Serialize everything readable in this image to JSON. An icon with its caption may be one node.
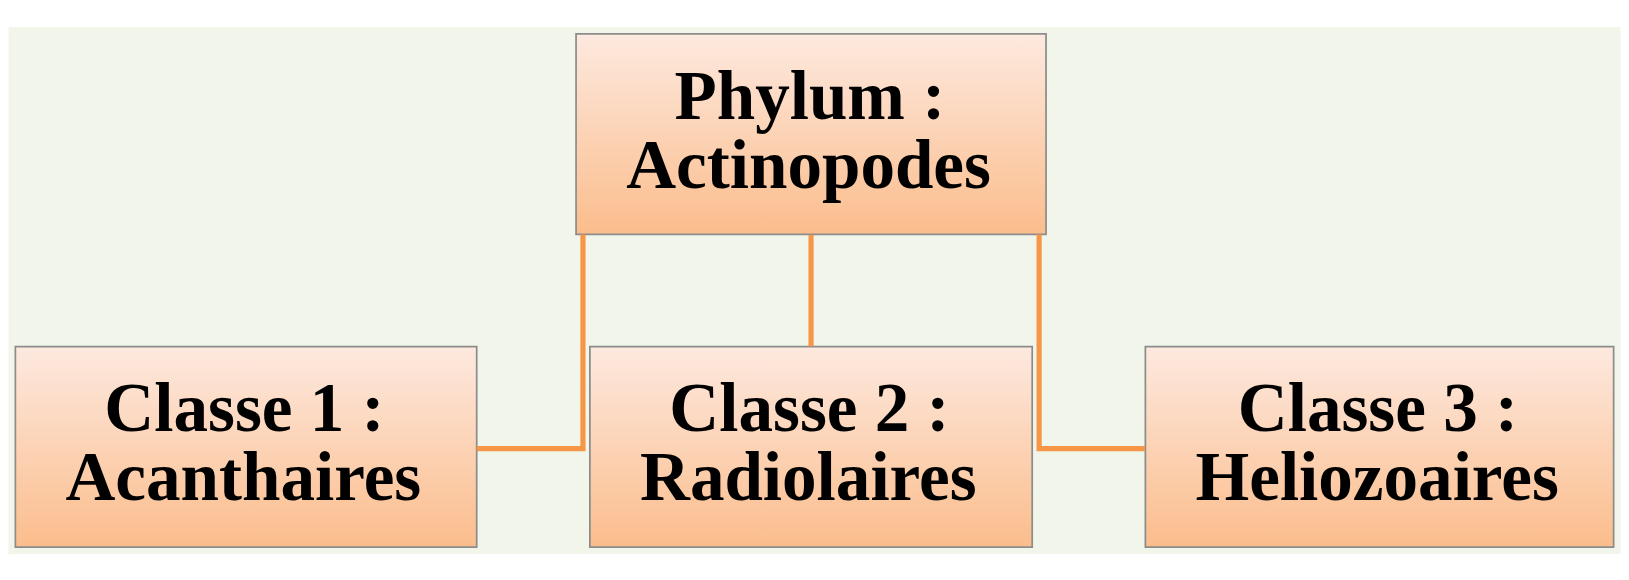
{
  "diagram": {
    "nodes": [
      {
        "text": [
          "Phylum : Actinopodes"
        ]
      },
      {
        "text": [
          "Classe 1 : Acanthaires"
        ]
      },
      {
        "text": [
          "Classe 2 : Radiolaires"
        ]
      },
      {
        "text": [
          "Classe 3 : Heliozoaires"
        ]
      }
    ],
    "edges": [
      {
        "from": 0,
        "to": 1,
        "arrow": "none"
      },
      {
        "from": 0,
        "to": 2,
        "arrow": "none"
      },
      {
        "from": 0,
        "to": 3,
        "arrow": "none"
      }
    ]
  }
}
